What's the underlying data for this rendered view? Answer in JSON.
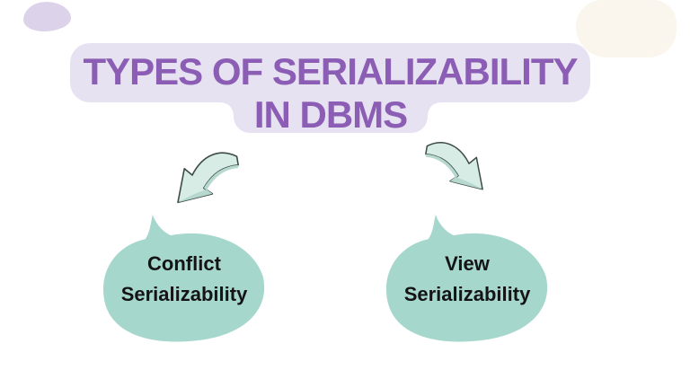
{
  "page": {
    "background_color": "#ffffff"
  },
  "title": {
    "line1": "TYPES OF SERIALIZABILITY",
    "line2": "IN DBMS",
    "text_color": "#8c5db4",
    "plate_color": "#e7e2f1"
  },
  "branches": [
    {
      "line1": "Conflict",
      "line2": "Serializability"
    },
    {
      "line1": "View",
      "line2": "Serializability"
    }
  ],
  "colors": {
    "bubble_fill": "#a6d7cd",
    "bubble_text": "#141414",
    "arrow_fill": "#d8ece6",
    "arrow_shade": "#b6d8cf",
    "arrow_outline": "#3d4b48",
    "corner_blob_left": "#dcd3ea",
    "corner_blob_right": "#faf6ed"
  }
}
